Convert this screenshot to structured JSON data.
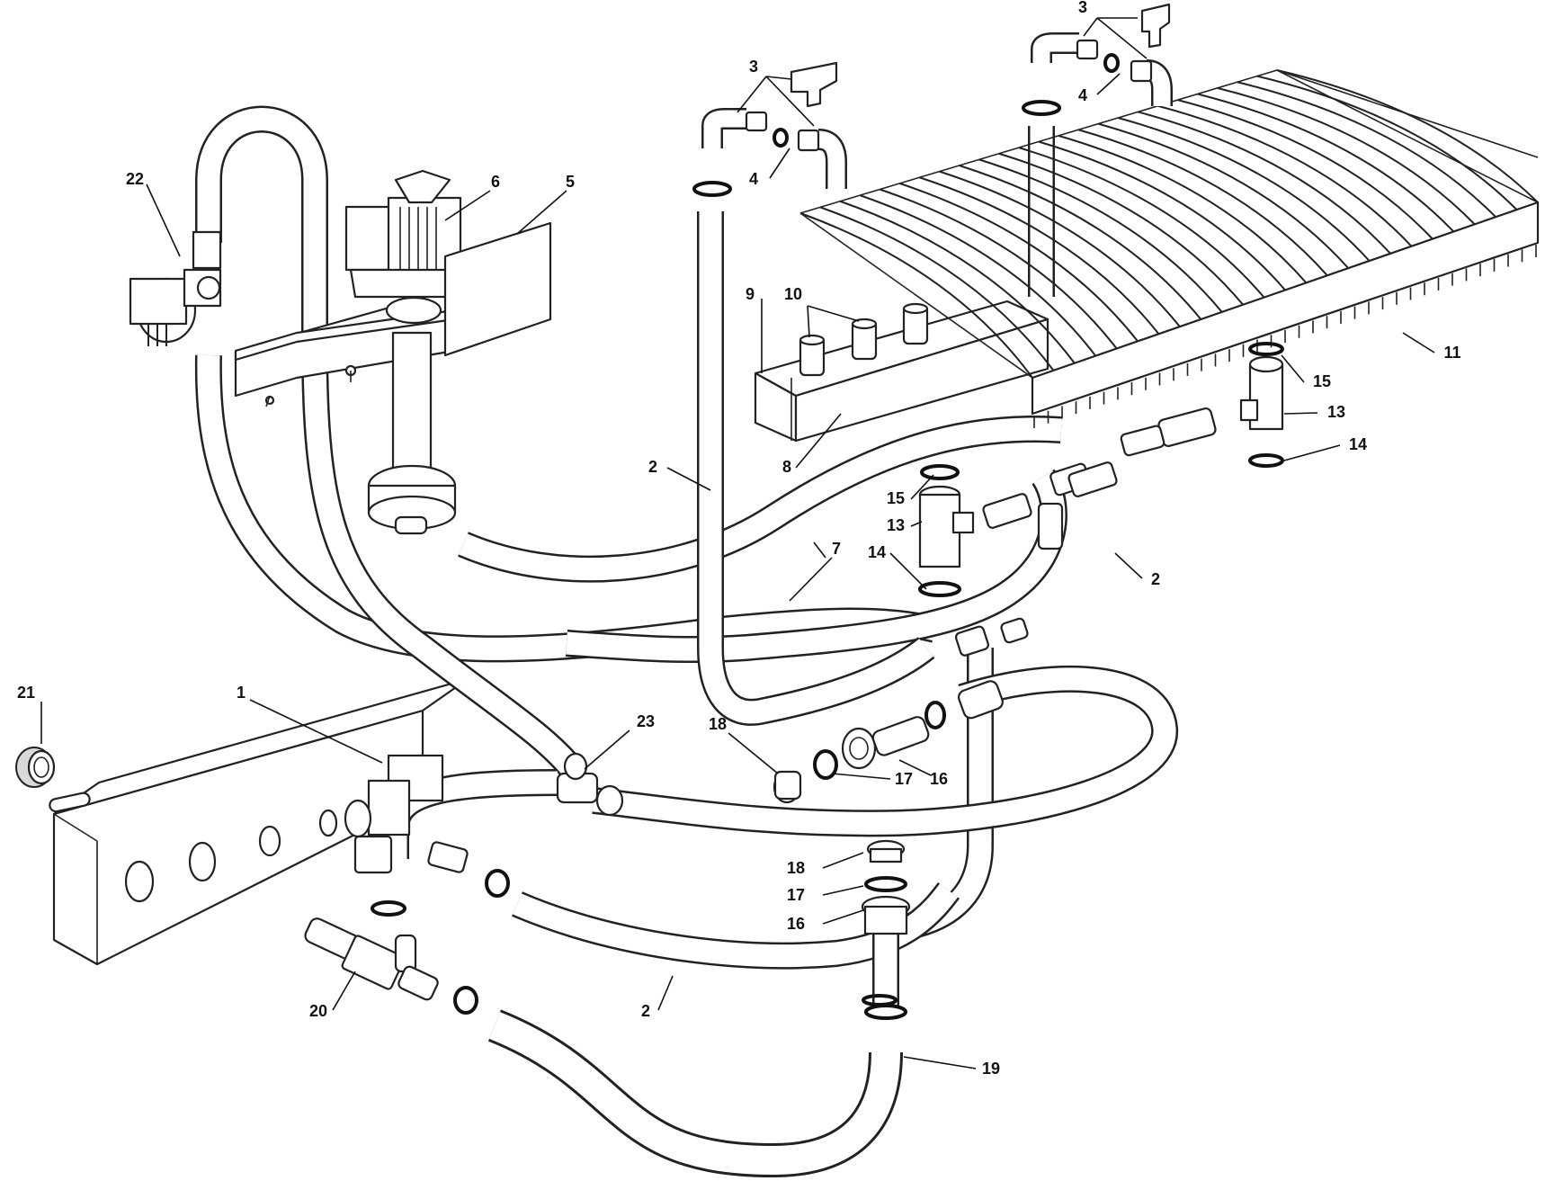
{
  "callouts": [
    {
      "id": "c22",
      "text": "22"
    },
    {
      "id": "c6",
      "text": "6"
    },
    {
      "id": "c5",
      "text": "5"
    },
    {
      "id": "c3a",
      "text": "3"
    },
    {
      "id": "c4a",
      "text": "4"
    },
    {
      "id": "c3b",
      "text": "3"
    },
    {
      "id": "c4b",
      "text": "4"
    },
    {
      "id": "c9",
      "text": "9"
    },
    {
      "id": "c10",
      "text": "10"
    },
    {
      "id": "c11",
      "text": "11"
    },
    {
      "id": "c15a",
      "text": "15"
    },
    {
      "id": "c13a",
      "text": "13"
    },
    {
      "id": "c14a",
      "text": "14"
    },
    {
      "id": "c8",
      "text": "8"
    },
    {
      "id": "c2a",
      "text": "2"
    },
    {
      "id": "c15b",
      "text": "15"
    },
    {
      "id": "c13b",
      "text": "13"
    },
    {
      "id": "c14b",
      "text": "14"
    },
    {
      "id": "c7",
      "text": "7"
    },
    {
      "id": "c2b",
      "text": "2"
    },
    {
      "id": "c21",
      "text": "21"
    },
    {
      "id": "c1",
      "text": "1"
    },
    {
      "id": "c23",
      "text": "23"
    },
    {
      "id": "c18a",
      "text": "18"
    },
    {
      "id": "c17a",
      "text": "17"
    },
    {
      "id": "c16a",
      "text": "16"
    },
    {
      "id": "c18b",
      "text": "18"
    },
    {
      "id": "c17b",
      "text": "17"
    },
    {
      "id": "c16b",
      "text": "16"
    },
    {
      "id": "c20",
      "text": "20"
    },
    {
      "id": "c2c",
      "text": "2"
    },
    {
      "id": "c19",
      "text": "19"
    }
  ]
}
